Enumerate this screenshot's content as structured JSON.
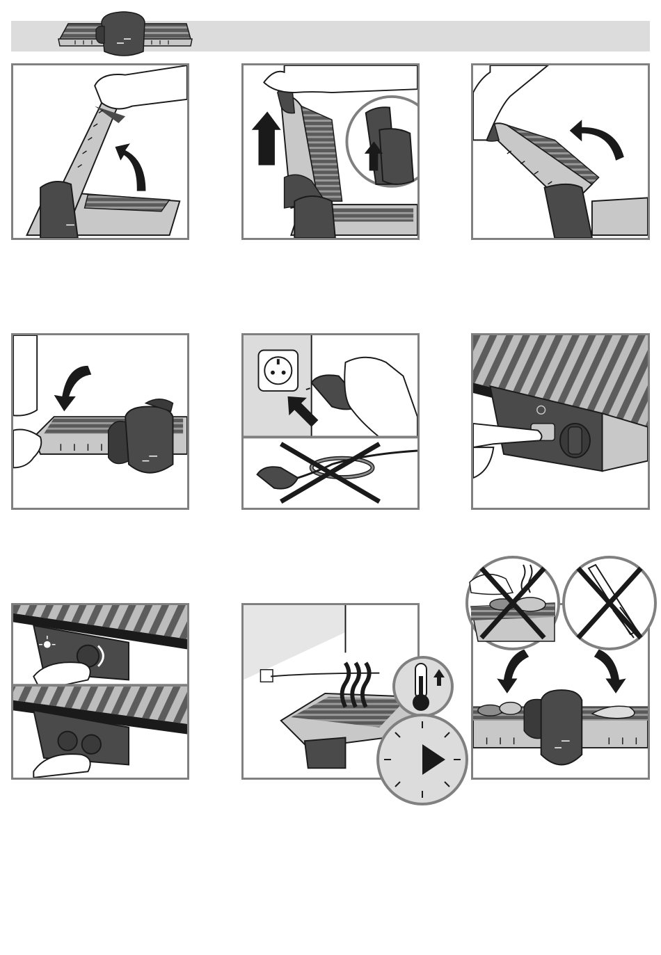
{
  "page": {
    "header": {
      "icon": "contact-grill-icon"
    },
    "colors": {
      "dark": "#4a4a4a",
      "mid": "#8c8c8c",
      "light": "#c8c8c8",
      "frame": "#808080",
      "band": "#dcdcdc",
      "line": "#1a1a1a"
    },
    "steps": [
      {
        "id": 1,
        "icons": [
          "hand-icon",
          "grill-lid-open-icon",
          "curved-arrow-icon"
        ]
      },
      {
        "id": 2,
        "icons": [
          "hand-icon",
          "grill-lid-raise-icon",
          "up-arrow-icon",
          "handle-detail-icon"
        ]
      },
      {
        "id": 3,
        "icons": [
          "hand-icon",
          "grill-lid-tilt-icon",
          "curved-arrow-icon"
        ]
      },
      {
        "id": 4,
        "icons": [
          "hand-icon",
          "grill-lid-close-icon",
          "curved-arrow-icon"
        ]
      },
      {
        "id": 5,
        "icons": [
          "wall-socket-icon",
          "plug-icon",
          "arrow-icon",
          "coiled-cord-icon",
          "prohibited-cross-icon"
        ]
      },
      {
        "id": 6,
        "icons": [
          "finger-press-icon",
          "control-knob-icon"
        ]
      },
      {
        "id": 7,
        "icons": [
          "indicator-light-icon",
          "knob-turn-icon"
        ]
      },
      {
        "id": 8,
        "icons": [
          "steam-icon",
          "thermometer-icon",
          "timer-icon"
        ]
      },
      {
        "id": 9,
        "icons": [
          "no-hand-touch-icon",
          "no-metal-utensils-icon",
          "food-on-grill-icon"
        ]
      }
    ]
  }
}
